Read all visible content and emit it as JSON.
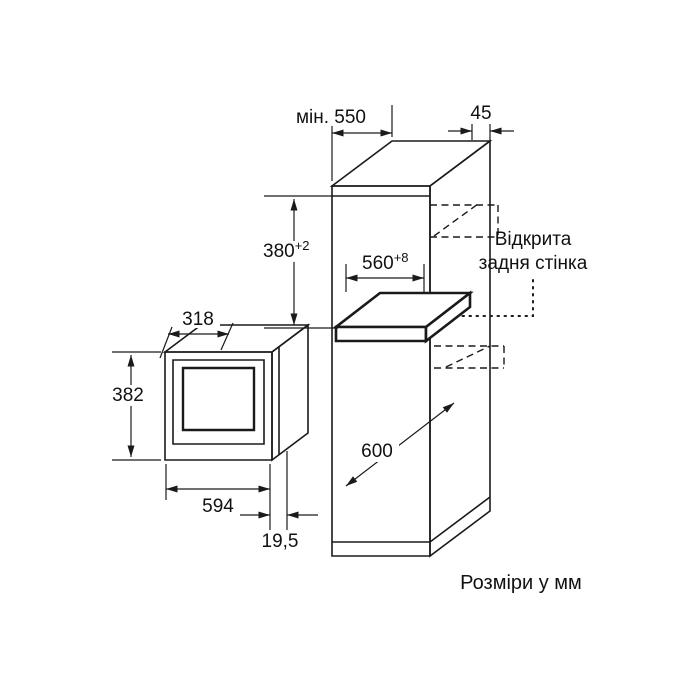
{
  "diagram": {
    "units_note": "Розміри у мм",
    "dimensions": {
      "niche_depth": "мін. 550",
      "top_gap": "45",
      "niche_height": {
        "value": "380",
        "tolerance": "+2"
      },
      "niche_width": {
        "value": "560",
        "tolerance": "+8"
      },
      "appliance_depth": "318",
      "appliance_height": "382",
      "appliance_width": "594",
      "door_protrusion": "19,5",
      "lower_niche_depth": "600"
    },
    "annotations": {
      "open_back_line1": "Відкрита",
      "open_back_line2": "задня стінка"
    },
    "colors": {
      "line": "#1a1a1a",
      "background": "#ffffff"
    }
  }
}
